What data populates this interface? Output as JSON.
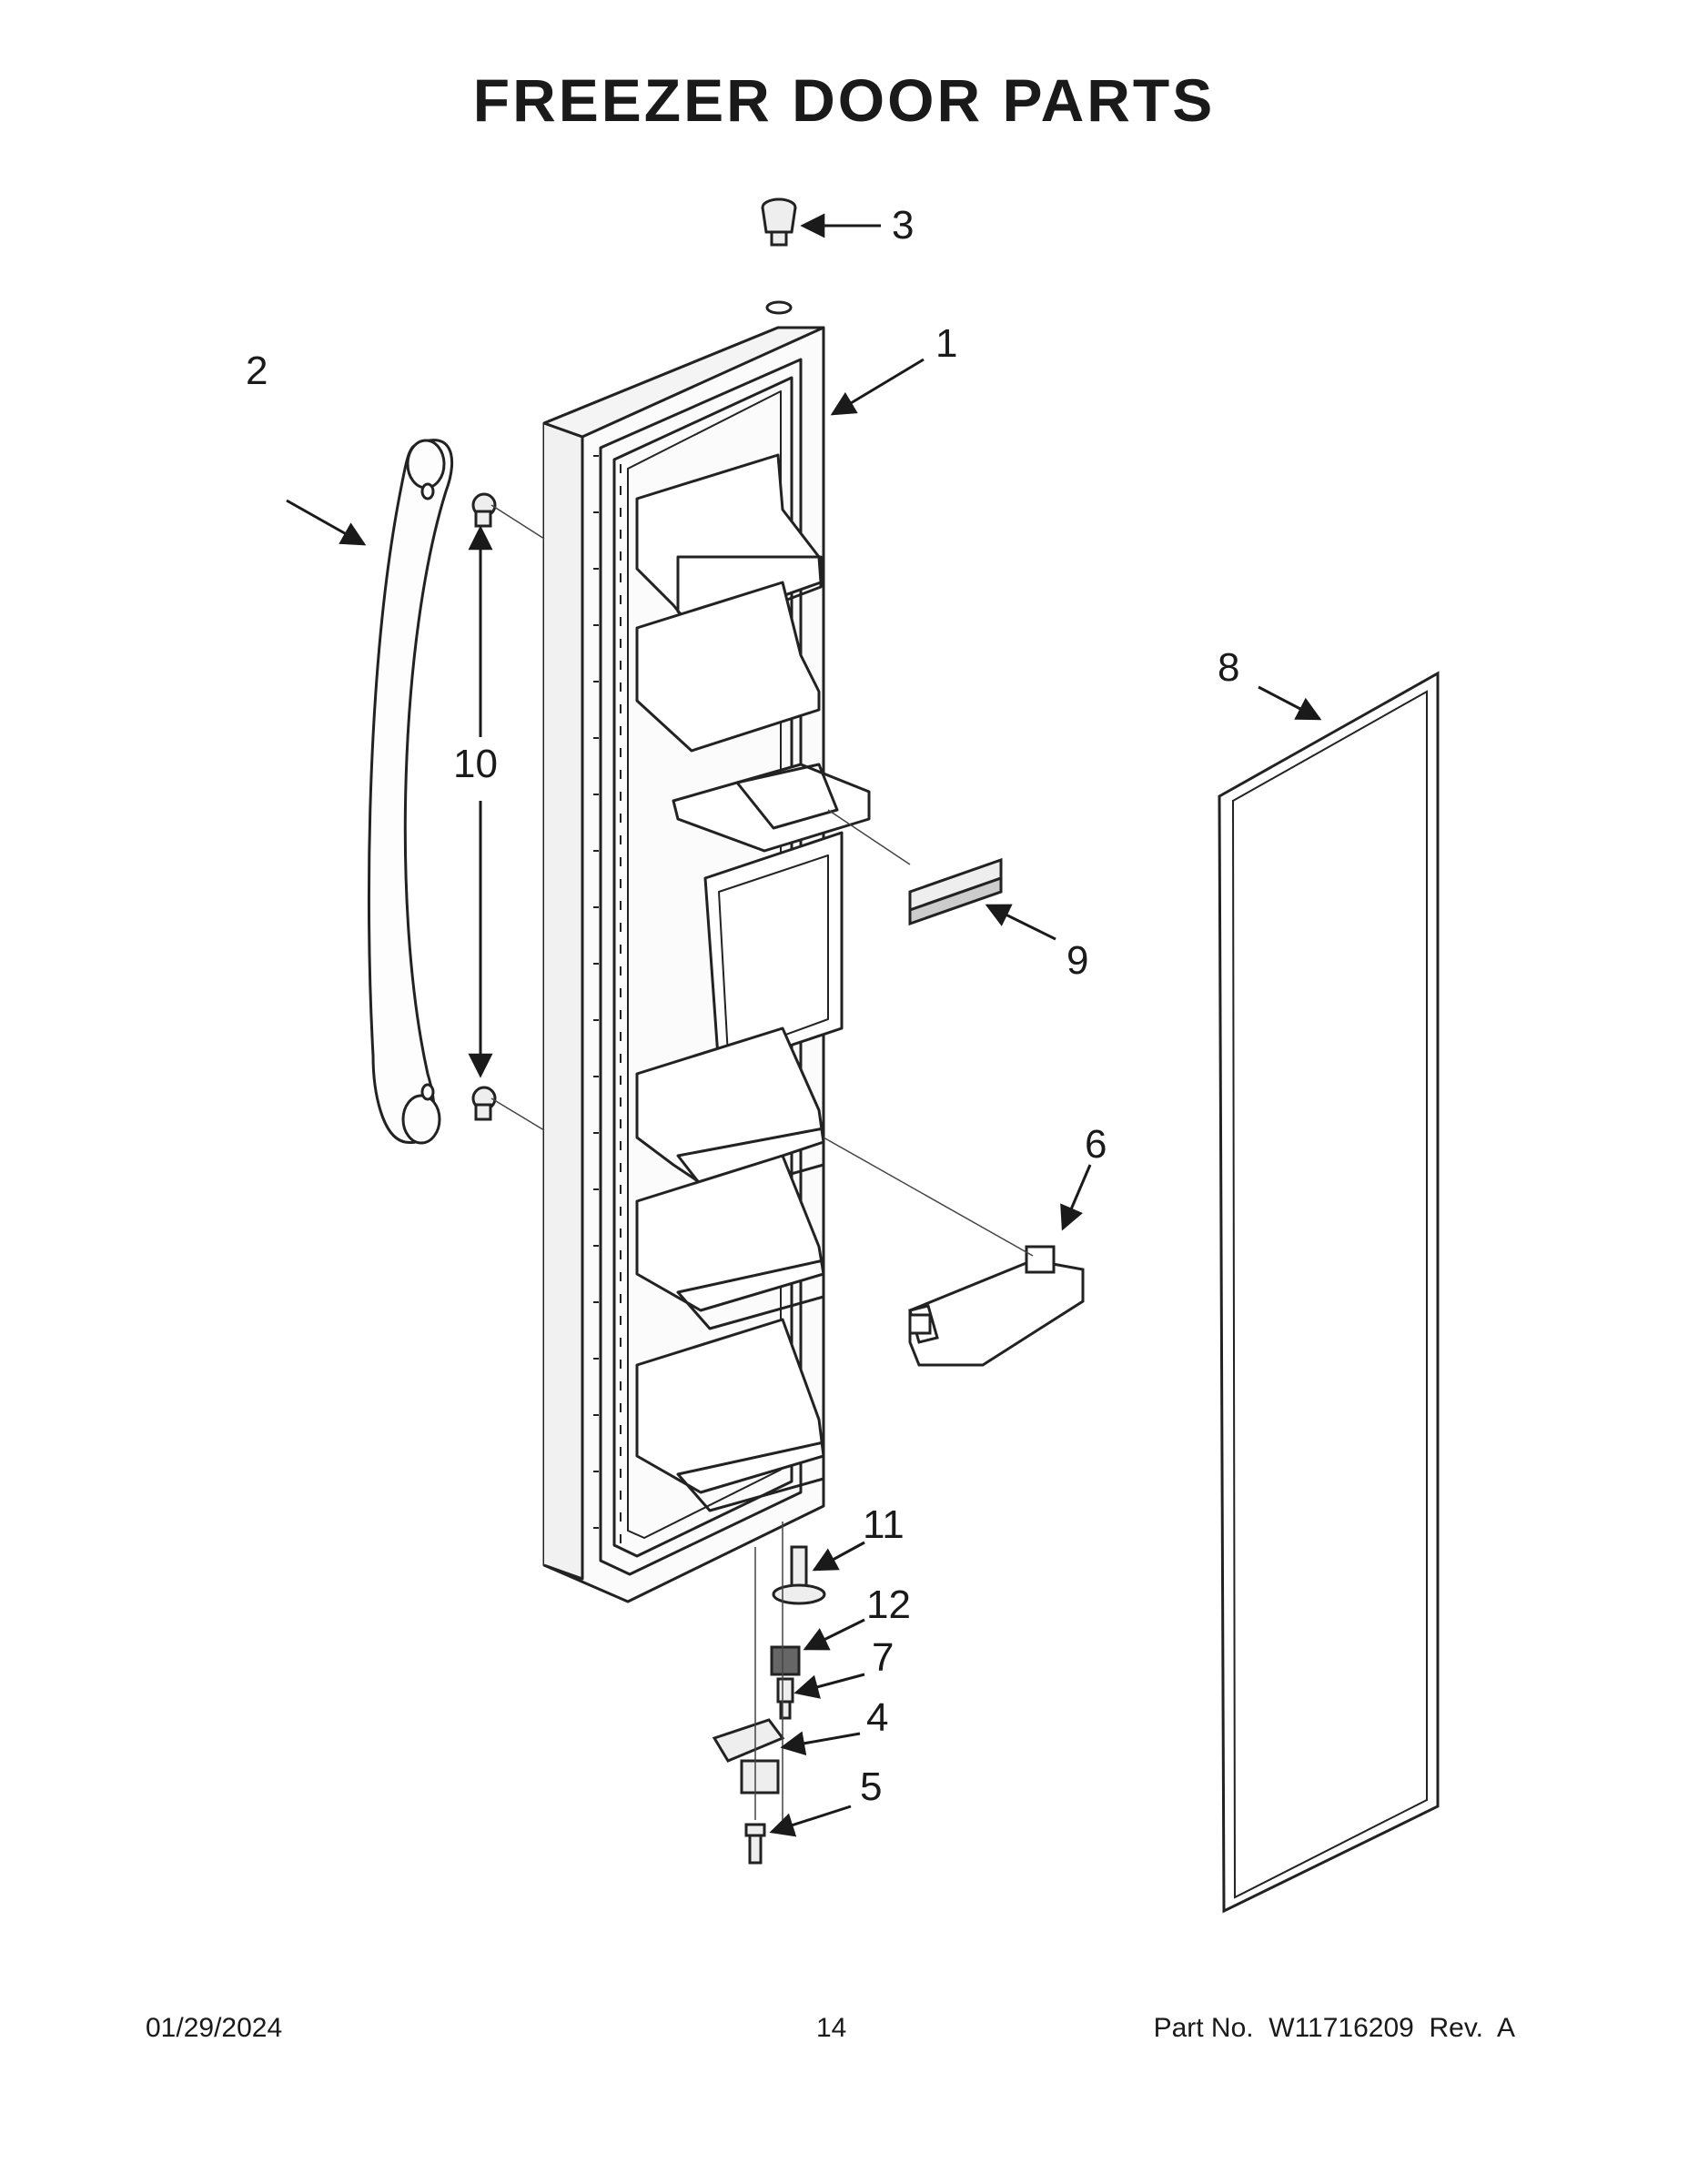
{
  "title": "FREEZER DOOR PARTS",
  "callouts": {
    "c1": "1",
    "c2": "2",
    "c3": "3",
    "c4": "4",
    "c5": "5",
    "c6": "6",
    "c7": "7",
    "c8": "8",
    "c9": "9",
    "c10": "10",
    "c11": "11",
    "c12": "12"
  },
  "footer": {
    "date": "01/29/2024",
    "page": "14",
    "part_no": "Part No.  W11716209  Rev.  A"
  }
}
